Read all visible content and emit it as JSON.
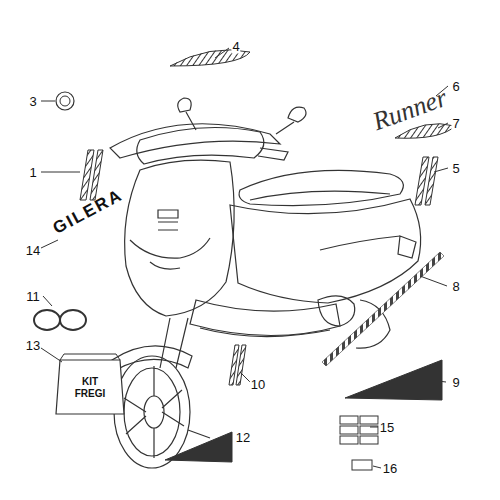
{
  "diagram": {
    "labels": [
      "3",
      "4",
      "6",
      "7",
      "5",
      "1",
      "14",
      "11",
      "8",
      "13",
      "9",
      "10",
      "15",
      "12",
      "16",
      "GILERA",
      "Runner",
      "KIT FREGI"
    ]
  }
}
